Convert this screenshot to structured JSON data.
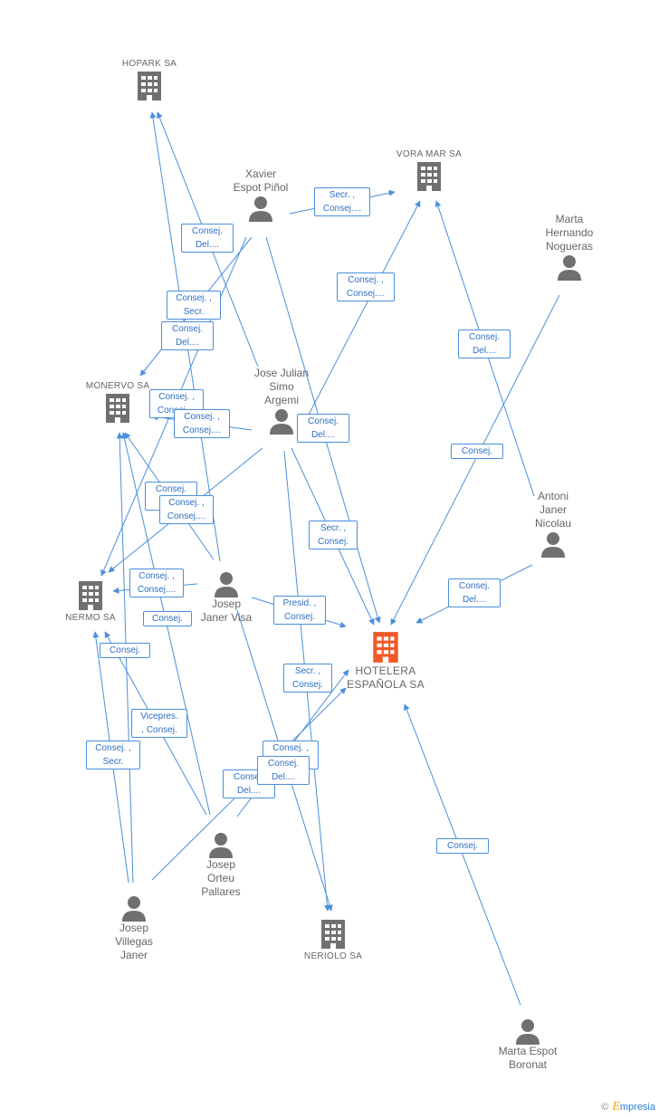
{
  "colors": {
    "edge": "#4a8fdc",
    "label_text": "#2d6fc4",
    "node_icon": "#707070",
    "target_icon": "#f05a28",
    "node_text": "#666666"
  },
  "nodes": {
    "hopark": "HOPARK SA",
    "voramar": "VORA MAR SA",
    "xavier": "Xavier\nEspot Piñol",
    "marta_h": "Marta\nHernando\nNogueras",
    "monervo": "MONERVO SA",
    "jose_julian": "Jose Julian\nSimo\nArgemi",
    "antoni": "Antoni\nJaner\nNicolau",
    "nermo": "NERMO SA",
    "josep_jv": "Josep\nJaner Visa",
    "hotelera": "HOTELERA\nESPAÑOLA SA",
    "josep_op": "Josep\nOrteu\nPallares",
    "josep_vj": "Josep\nVillegas\nJaner",
    "neriolo": "NERIOLO SA",
    "marta_eb": "Marta Espot\nBoronat"
  },
  "relations": [
    "Consej.\nDel....",
    "Secr. ,\nConsej....",
    "Consej. ,\nConsej....",
    "Consej. ,\nSecr.",
    "Consej.\nDel....",
    "Consej.\nDel....",
    "Consej. ,\nConsej....",
    "Consej. ,\nConsej....",
    "Consej.\nDel....",
    "Consej.",
    "Consej.\nDel....",
    "Consej. ,\nConsej....",
    "Secr. ,\nConsej.",
    "Consej. ,\nConsej....",
    "Consej.\nDel....",
    "Presid. ,\nConsej.",
    "Consej.",
    "Consej.",
    "Secr. ,\nConsej.",
    "Vicepres.\n, Consej.",
    "Consej. ,\nSecr.",
    "Consej. ,\nConsej....",
    "Consej.\nDel....",
    "Consej.\nDel....",
    "Consej."
  ],
  "brand": {
    "copyright": "©",
    "name": "mpresia",
    "initial": "E"
  }
}
